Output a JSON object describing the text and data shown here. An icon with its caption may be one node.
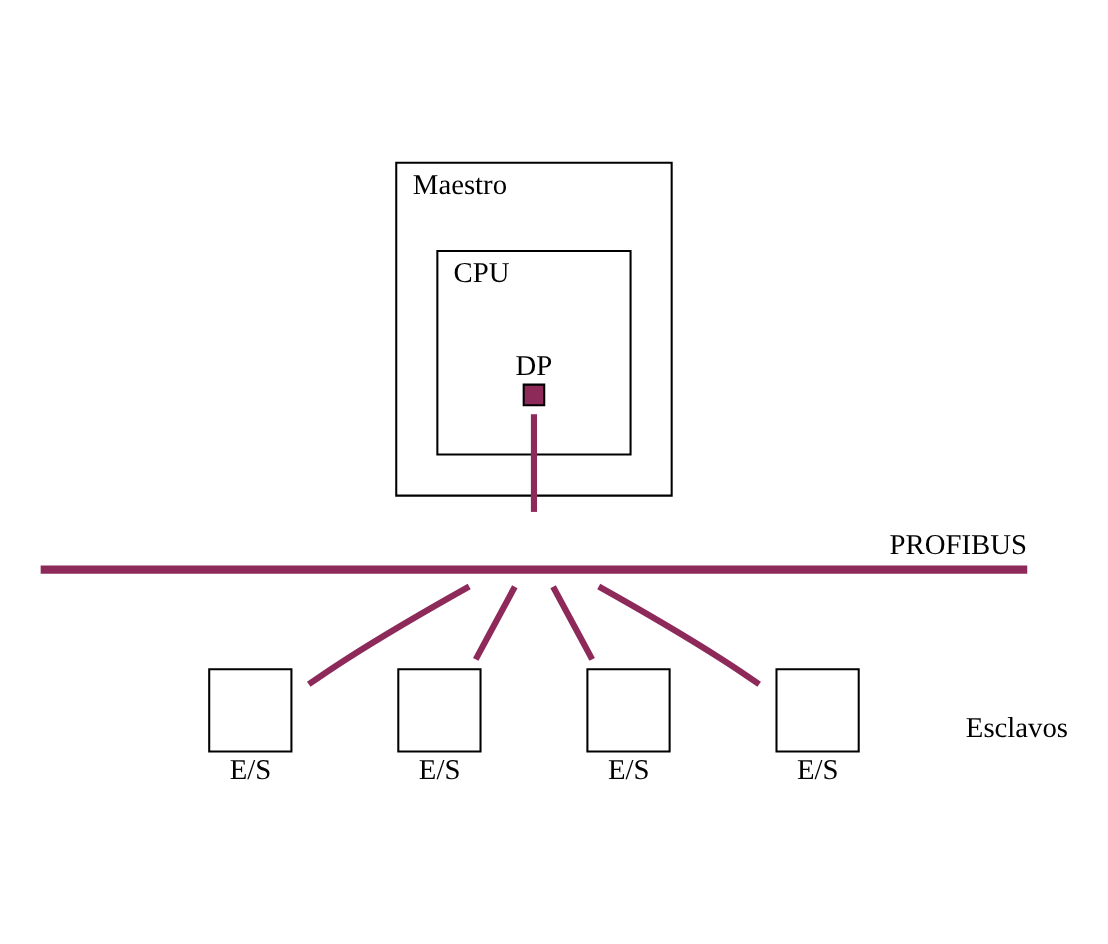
{
  "diagram": {
    "nodes": [
      {
        "text": [
          "Maestro"
        ]
      },
      {
        "text": [
          "CPU"
        ],
        "in": 0
      },
      {
        "text": [
          "DP"
        ],
        "in": 1
      },
      {
        "text": [
          "PROFIBUS"
        ]
      },
      {
        "text": [
          "E/S"
        ]
      },
      {
        "text": [
          "E/S"
        ]
      },
      {
        "text": [
          "E/S"
        ]
      },
      {
        "text": [
          "E/S"
        ]
      }
    ],
    "edges": [
      {
        "from": 2,
        "to": 3,
        "arrow": "none"
      },
      {
        "from": 3,
        "to": 4,
        "arrow": "none"
      },
      {
        "from": 3,
        "to": 5,
        "arrow": "none"
      },
      {
        "from": 3,
        "to": 6,
        "arrow": "none"
      },
      {
        "from": 3,
        "to": 7,
        "arrow": "none"
      }
    ],
    "labels": [
      "Esclavos"
    ]
  }
}
